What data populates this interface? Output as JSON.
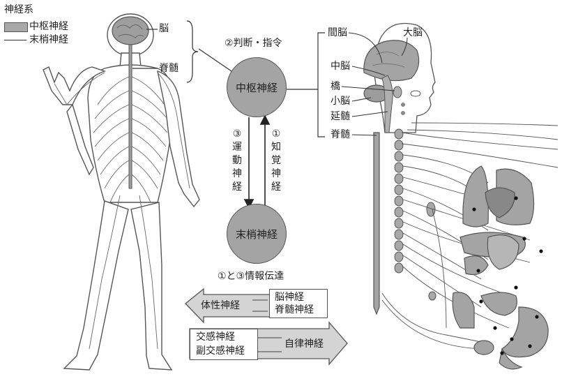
{
  "legend": {
    "title": "神経系",
    "central": "中枢神経",
    "peripheral": "末梢神経"
  },
  "body_labels": {
    "brain": "脳",
    "spinal_cord": "脊髄"
  },
  "flow": {
    "step2": "②判断・指令",
    "central_circle": "中枢神経",
    "peripheral_circle": "末梢神経",
    "motor_num": "③",
    "motor": [
      "運",
      "動",
      "神",
      "経"
    ],
    "sensory_num": "①",
    "sensory": [
      "知",
      "覚",
      "神",
      "経"
    ],
    "transmission": "①と③情報伝達"
  },
  "somatic": {
    "label": "体性神経",
    "cranial": "脳神経",
    "spinal": "脊髄神経"
  },
  "autonomic": {
    "label": "自律神経",
    "sympathetic": "交感神経",
    "parasympathetic": "副交感神経"
  },
  "brain_parts": {
    "diencephalon": "間脳",
    "cerebrum": "大脳",
    "midbrain": "中脳",
    "pons": "橋",
    "cerebellum": "小脳",
    "medulla": "延髄",
    "spinal_cord": "脊髄"
  },
  "colors": {
    "central_gray": "#a4a4a4",
    "line": "#444444"
  }
}
